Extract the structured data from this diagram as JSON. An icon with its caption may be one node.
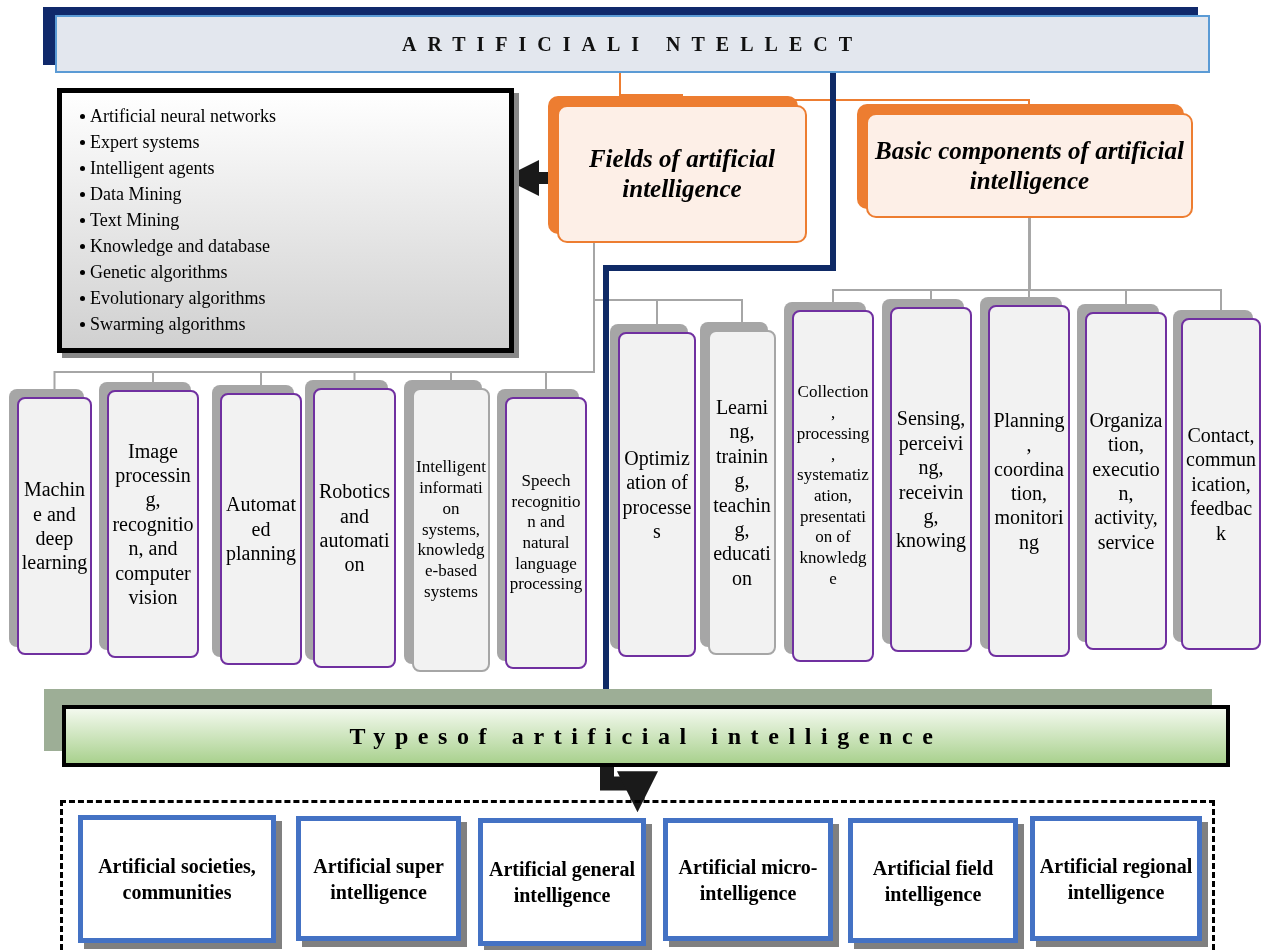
{
  "diagram": {
    "nodes": [
      {
        "text": [
          "ARTIFICIALI NTELLECT"
        ]
      },
      {
        "text": [
          "Artificial neural networks",
          "Expert systems",
          "Intelligent agents",
          "Data Mining",
          "Text Mining",
          "Knowledge and database",
          "Genetic algorithms",
          "Evolutionary algorithms",
          "Swarming algorithms"
        ]
      },
      {
        "text": [
          "Fields of artificial intelligence"
        ]
      },
      {
        "text": [
          "Basic components of artificial intelligence"
        ]
      },
      {
        "text": [
          "Machine and deep learning"
        ]
      },
      {
        "text": [
          "Image processing, recognition, and computer vision"
        ]
      },
      {
        "text": [
          "Automated planning"
        ]
      },
      {
        "text": [
          "Robotics and automation"
        ]
      },
      {
        "text": [
          "Intelligent information systems, knowledge-based systems"
        ]
      },
      {
        "text": [
          "Speech recognition and natural language processing"
        ]
      },
      {
        "text": [
          "Optimization of processes"
        ]
      },
      {
        "text": [
          "Learning, training, teaching, education"
        ]
      },
      {
        "text": [
          "Collection, processing, systematization, presentation of knowledge"
        ]
      },
      {
        "text": [
          "Sensing, perceiving, receiving, knowing"
        ]
      },
      {
        "text": [
          "Planning, coordination, monitoring"
        ]
      },
      {
        "text": [
          "Organization, execution, activity, service"
        ]
      },
      {
        "text": [
          "Contact, communication, feedback"
        ]
      },
      {
        "text": [
          "Typesof artificial intelligence"
        ]
      },
      {
        "text": [],
        "shape": "box"
      },
      {
        "text": [
          "Artificial societies, communities"
        ],
        "in": 18
      },
      {
        "text": [
          "Artificial super intelligence"
        ],
        "in": 18
      },
      {
        "text": [
          "Artificial general intelligence"
        ],
        "in": 18
      },
      {
        "text": [
          "Artificial micro-intelligence"
        ],
        "in": 18
      },
      {
        "text": [
          "Artificial field intelligence"
        ],
        "in": 18
      },
      {
        "text": [
          "Artificial regional intelligence"
        ],
        "in": 18
      }
    ],
    "edges": [
      {
        "from": 0,
        "to": 2,
        "arrow": "none",
        "color": "#ed7d31"
      },
      {
        "from": 0,
        "to": 3,
        "arrow": "none",
        "color": "#ed7d31"
      },
      {
        "from": 2,
        "to": 1,
        "arrow": "to",
        "style": "thick",
        "color": "#1a1a1a"
      },
      {
        "from": 2,
        "to": 4,
        "arrow": "none"
      },
      {
        "from": 2,
        "to": 5,
        "arrow": "none"
      },
      {
        "from": 2,
        "to": 6,
        "arrow": "none"
      },
      {
        "from": 2,
        "to": 7,
        "arrow": "none"
      },
      {
        "from": 2,
        "to": 8,
        "arrow": "none"
      },
      {
        "from": 2,
        "to": 9,
        "arrow": "none"
      },
      {
        "from": 2,
        "to": 10,
        "arrow": "none"
      },
      {
        "from": 2,
        "to": 11,
        "arrow": "none"
      },
      {
        "from": 3,
        "to": 12,
        "arrow": "none"
      },
      {
        "from": 3,
        "to": 13,
        "arrow": "none"
      },
      {
        "from": 3,
        "to": 14,
        "arrow": "none"
      },
      {
        "from": 3,
        "to": 15,
        "arrow": "none"
      },
      {
        "from": 3,
        "to": 16,
        "arrow": "none"
      },
      {
        "from": 0,
        "to": 17,
        "arrow": "to",
        "style": "thick",
        "color": "#0f2a66"
      },
      {
        "from": 17,
        "to": 18,
        "arrow": "to",
        "style": "thick",
        "color": "#1a1a1a"
      }
    ]
  }
}
